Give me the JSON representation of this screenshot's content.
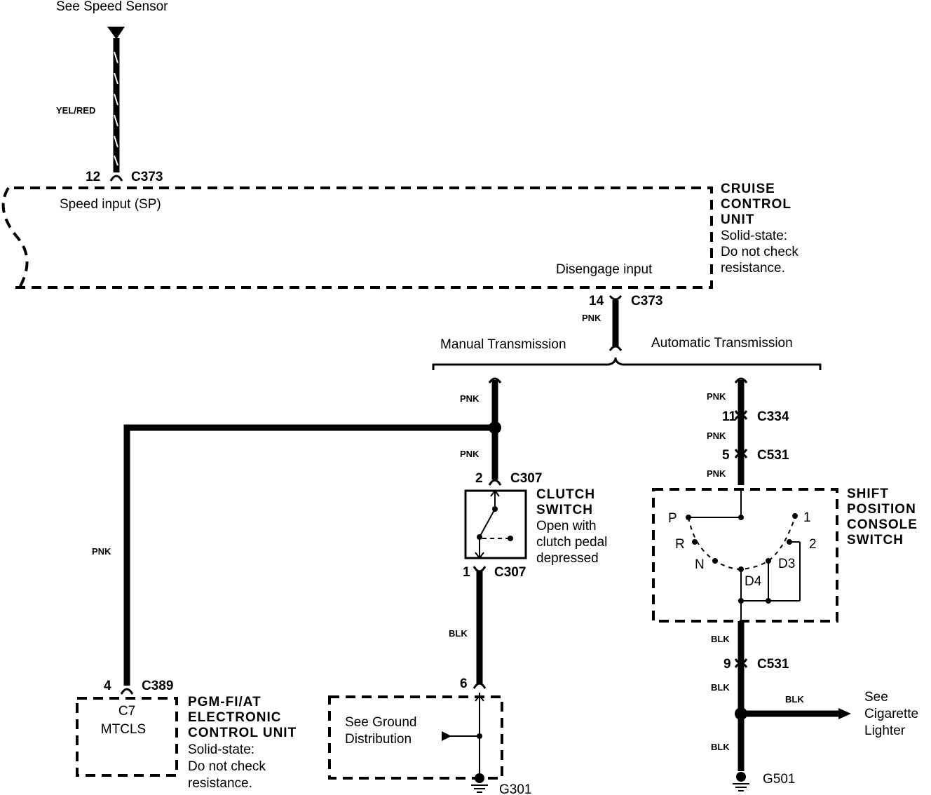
{
  "speed_sensor": {
    "ref": "See Speed Sensor",
    "wire": "YEL/RED",
    "pin": "12",
    "connector": "C373"
  },
  "cruise_unit": {
    "speed_input": "Speed input (SP)",
    "disengage_input": "Disengage input",
    "title": [
      "CRUISE",
      "CONTROL",
      "UNIT"
    ],
    "note": [
      "Solid-state:",
      "Do not check",
      "resistance."
    ]
  },
  "disengage": {
    "pin": "14",
    "connector": "C373",
    "wire": "PNK"
  },
  "branches": {
    "manual": "Manual Transmission",
    "automatic": "Automatic Transmission"
  },
  "manual": {
    "wire_top": "PNK",
    "wire_mid": "PNK",
    "wire_left": "PNK",
    "wire_bottom": "BLK",
    "pin_top": "2",
    "connector_top": "C307",
    "pin_bottom": "1",
    "connector_bottom": "C307",
    "switch_title": [
      "CLUTCH",
      "SWITCH"
    ],
    "switch_note": [
      "Open with",
      "clutch pedal",
      "depressed"
    ],
    "ground_pin": "6",
    "ground_ref": [
      "See Ground",
      "Distribution"
    ],
    "ground": "G301"
  },
  "ecu": {
    "pin": "4",
    "connector": "C389",
    "inner": [
      "C7",
      "MTCLS"
    ],
    "title": [
      "PGM-FI/AT",
      "ELECTRONIC",
      "CONTROL UNIT"
    ],
    "note": [
      "Solid-state:",
      "Do not check",
      "resistance."
    ]
  },
  "automatic": {
    "wire1": "PNK",
    "pin1": "11",
    "conn1": "C334",
    "wire2": "PNK",
    "pin2": "5",
    "conn2": "C531",
    "wire3": "PNK",
    "switch_title": [
      "SHIFT",
      "POSITION",
      "CONSOLE",
      "SWITCH"
    ],
    "positions": {
      "P": "P",
      "R": "R",
      "N": "N",
      "D4": "D4",
      "D3": "D3",
      "two": "2",
      "one": "1"
    },
    "wire4": "BLK",
    "pin4": "9",
    "conn4": "C531",
    "wire5": "BLK",
    "wire6": "BLK",
    "wire_lighter": "BLK",
    "lighter_ref": [
      "See",
      "Cigarette",
      "Lighter"
    ],
    "ground": "G501"
  }
}
